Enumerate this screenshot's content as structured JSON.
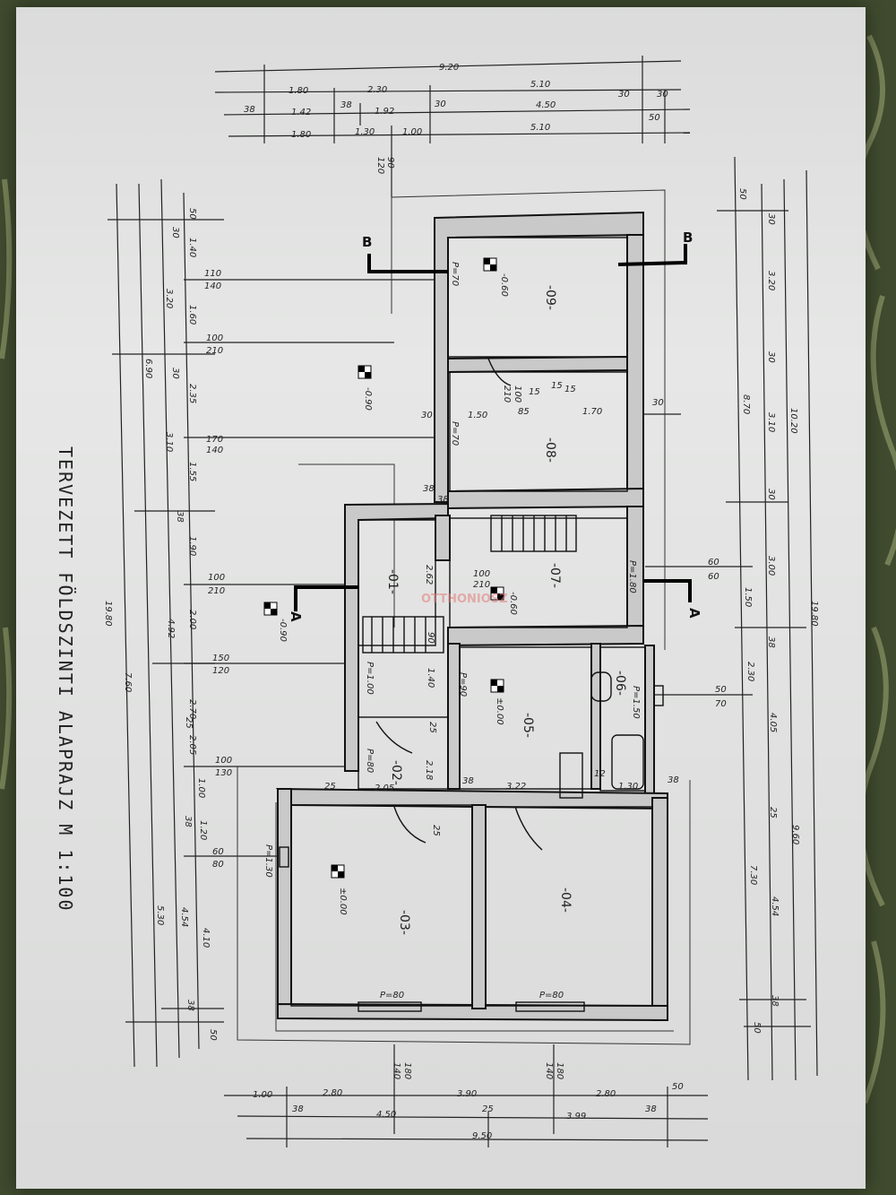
{
  "title": "TERVEZETT FÖLDSZINTI ALAPRAJZ M 1:100",
  "watermark": "OTTHONIOSZ",
  "section_marks": {
    "a_left": "A",
    "a_right": "A",
    "b_left": "B",
    "b_right": "B"
  },
  "rooms": [
    {
      "number": "-01-",
      "level": ""
    },
    {
      "number": "-02-",
      "level": ""
    },
    {
      "number": "-03-",
      "level": "±0.00"
    },
    {
      "number": "-04-",
      "level": ""
    },
    {
      "number": "-05-",
      "level": "±0.00"
    },
    {
      "number": "-06-",
      "level": ""
    },
    {
      "number": "-07-",
      "level": "-0.60"
    },
    {
      "number": "-08-",
      "level": ""
    },
    {
      "number": "-09-",
      "level": "-0.60"
    }
  ],
  "outdoor_levels": [
    "-0.90",
    "-0.90"
  ],
  "top_dimensions": {
    "total": "9.20",
    "row1": [
      "1.80",
      "2.30",
      "5.10"
    ],
    "row1_small": [
      "30",
      "30"
    ],
    "row2": [
      "38",
      "1.42",
      "38",
      "1.92",
      "30",
      "4.50",
      "50"
    ],
    "row3": [
      "1.80",
      "1.30",
      "1.00",
      "5.10"
    ],
    "vertical": [
      "90",
      "120"
    ]
  },
  "bottom_dimensions": {
    "row1": [
      "1.00",
      "2.80",
      "3.90",
      "2.80",
      "50"
    ],
    "row2": [
      "38",
      "4.50",
      "25",
      "3.99",
      "38"
    ],
    "total": "9.50",
    "vertical_left": [
      "180",
      "140"
    ],
    "vertical_right": [
      "180",
      "140"
    ]
  },
  "left_dimensions": {
    "outer": [
      "6.90",
      "7.60",
      "19.80"
    ],
    "mid": [
      "3.20",
      "3.10",
      "4.92",
      "5.30"
    ],
    "inner": [
      "50",
      "30",
      "1.40",
      "1.60",
      "30",
      "2.35",
      "1.55",
      "38",
      "1.90",
      "2.00",
      "2.70",
      "25",
      "2.05",
      "1.00",
      "38",
      "1.20",
      "4.54",
      "38",
      "50",
      "4.10"
    ],
    "openings": [
      "110",
      "140",
      "100",
      "210",
      "170",
      "140",
      "100",
      "210",
      "150",
      "120",
      "100",
      "130",
      "60",
      "80"
    ]
  },
  "right_dimensions": {
    "outer": [
      "19.80"
    ],
    "mid": [
      "10.20",
      "9.60"
    ],
    "inner": [
      "50",
      "30",
      "3.20",
      "30",
      "3.10",
      "30",
      "3.00",
      "8.70",
      "1.50",
      "38",
      "2.30",
      "4.05",
      "7.30",
      "25",
      "4.54",
      "38",
      "50"
    ],
    "openings": [
      "60",
      "60",
      "50",
      "70"
    ]
  },
  "interior_labels": [
    "P=70",
    "P=70",
    "P=1.80",
    "P=1.00",
    "P=80",
    "P=90",
    "P=1.50",
    "P=1.30",
    "P=80",
    "P=80",
    "1.50",
    "85",
    "1.70",
    "100",
    "210",
    "15",
    "15",
    "15",
    "2.62",
    "2.18",
    "1.40",
    "90",
    "25",
    "25",
    "2.05",
    "3.22",
    "1.30",
    "38",
    "38",
    "25",
    "12",
    "30",
    "30",
    "38",
    "38",
    "100",
    "210"
  ]
}
